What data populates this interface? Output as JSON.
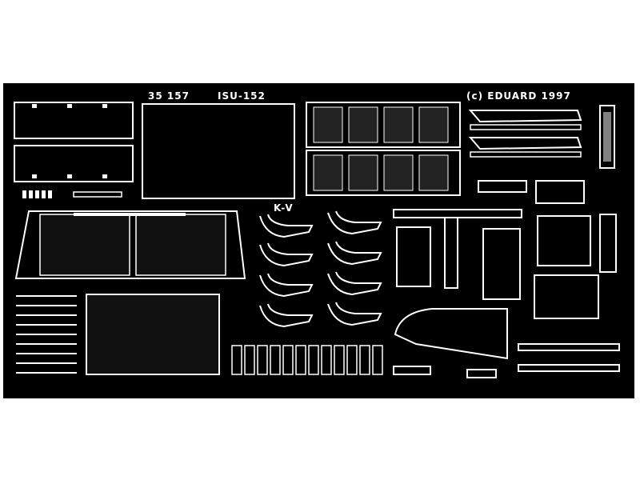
{
  "sheet": {
    "catalog_number": "35 157",
    "title": "ISU-152",
    "copyright": "(c) EDUARD 1997",
    "kv_label": "K-V"
  },
  "colors": {
    "background": "#ffffff",
    "fret": "#000000",
    "parts": "#ffffff"
  }
}
